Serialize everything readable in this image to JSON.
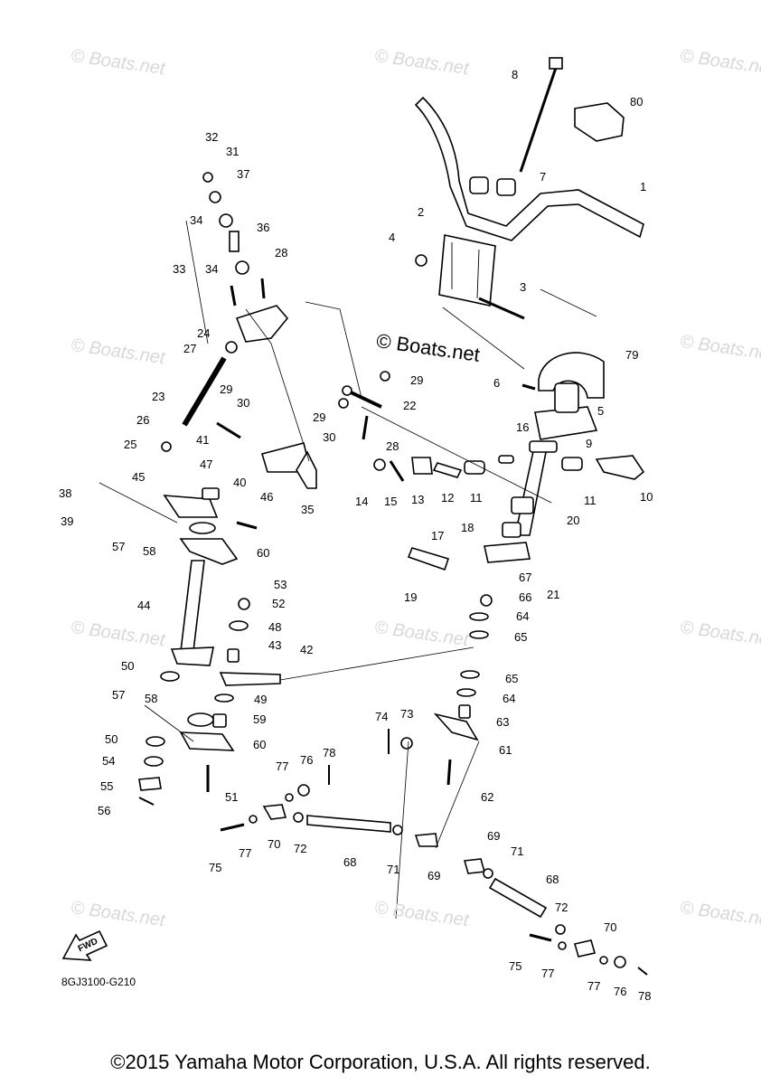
{
  "watermarks": [
    "© Boats.net",
    "© Boats.net",
    "© Boats.net",
    "© Boats.net",
    "© Boats.net",
    "© Boats.net",
    "© Boats.net",
    "© Boats.net",
    "© Boats.net",
    "© Boats.net",
    "© Boats.net"
  ],
  "watermark_main": "© Boats.net",
  "diagram_id": "8GJ3100-G210",
  "fwd_label": "FWD",
  "copyright": "©2015 Yamaha Motor Corporation, U.S.A. All rights reserved.",
  "callouts": [
    "32",
    "31",
    "37",
    "34",
    "36",
    "33",
    "34",
    "28",
    "24",
    "27",
    "29",
    "30",
    "23",
    "26",
    "25",
    "41",
    "40",
    "35",
    "47",
    "46",
    "45",
    "38",
    "39",
    "57",
    "58",
    "60",
    "53",
    "52",
    "44",
    "48",
    "43",
    "42",
    "50",
    "49",
    "57",
    "58",
    "59",
    "60",
    "50",
    "54",
    "55",
    "56",
    "51",
    "77",
    "76",
    "78",
    "75",
    "77",
    "70",
    "72",
    "68",
    "71",
    "69",
    "8",
    "80",
    "7",
    "1",
    "2",
    "4",
    "3",
    "79",
    "6",
    "5",
    "29",
    "22",
    "29",
    "30",
    "28",
    "16",
    "9",
    "14",
    "15",
    "13",
    "12",
    "11",
    "11",
    "10",
    "18",
    "17",
    "20",
    "19",
    "21",
    "67",
    "66",
    "64",
    "65",
    "65",
    "64",
    "74",
    "73",
    "63",
    "61",
    "62",
    "69",
    "71",
    "68",
    "72",
    "70",
    "75",
    "77",
    "77",
    "76",
    "78"
  ]
}
